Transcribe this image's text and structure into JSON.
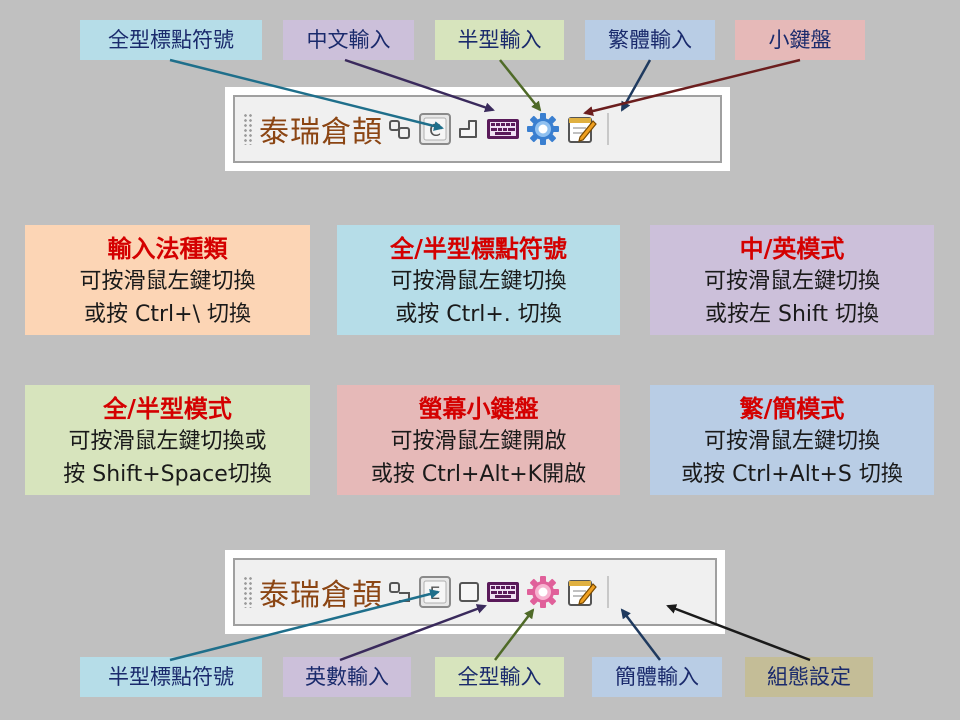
{
  "top_labels": {
    "fullwidth_punct": "全型標點符號",
    "chinese_input": "中文輸入",
    "halfwidth_input": "半型輸入",
    "traditional_input": "繁體輸入",
    "soft_keyboard": "小鍵盤"
  },
  "toolbar_top": {
    "ime_name": "泰瑞倉頡",
    "lang_mode_letter": "C"
  },
  "cards": [
    {
      "title": "輸入法種類",
      "lines": [
        "可按滑鼠左鍵切換",
        "或按 Ctrl+\\ 切換"
      ]
    },
    {
      "title": "全/半型標點符號",
      "lines": [
        "可按滑鼠左鍵切換",
        "或按 Ctrl+. 切換"
      ]
    },
    {
      "title": "中/英模式",
      "lines": [
        "可按滑鼠左鍵切換",
        "或按左 Shift 切換"
      ]
    },
    {
      "title": "全/半型模式",
      "lines": [
        "可按滑鼠左鍵切換或",
        "按 Shift+Space切換"
      ]
    },
    {
      "title": "螢幕小鍵盤",
      "lines": [
        "可按滑鼠左鍵開啟",
        "或按 Ctrl+Alt+K開啟"
      ]
    },
    {
      "title": "繁/簡模式",
      "lines": [
        "可按滑鼠左鍵切換",
        "或按 Ctrl+Alt+S 切換"
      ]
    }
  ],
  "toolbar_bottom": {
    "ime_name": "泰瑞倉頡",
    "lang_mode_letter": "E"
  },
  "bottom_labels": {
    "halfwidth_punct": "半型標點符號",
    "english_input": "英數輸入",
    "fullwidth_input": "全型輸入",
    "simplified_input": "簡體輸入",
    "configuration": "組態設定"
  },
  "colors": {
    "background": "#c0c0c0",
    "label_text": "#1a2a6c",
    "card_title": "#d40000",
    "ime_name": "#8b4513",
    "gear_top": "#3a7fd0",
    "gear_bottom": "#e0609a",
    "keyboard": "#5a1a5a"
  },
  "icons": {
    "punctuation_toggle": "punctuation-width-icon",
    "language_mode": "language-mode-icon",
    "shape_mode": "shape-mode-icon",
    "soft_keyboard": "keyboard-icon",
    "script_mode": "gear-icon",
    "configuration": "notepad-pencil-icon"
  }
}
